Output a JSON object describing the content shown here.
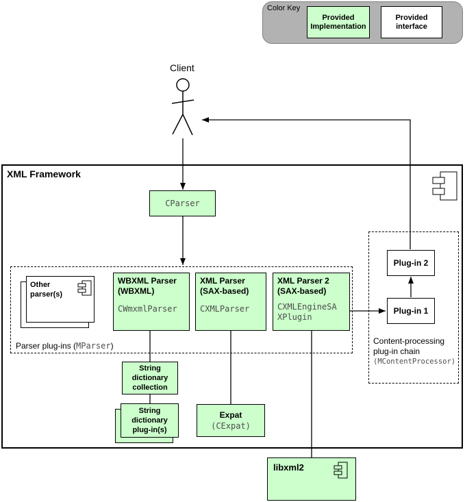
{
  "colors": {
    "node_green": "#ccffcc",
    "key_background": "#b2b2b2",
    "border": "#000000",
    "mono_text": "#4d4d4d"
  },
  "color_key": {
    "title": "Color Key",
    "implementation_label": "Provided Implementation",
    "interface_label": "Provided interface"
  },
  "actor": {
    "label": "Client"
  },
  "framework": {
    "title": "XML Framework",
    "cparser": {
      "label": "CParser"
    },
    "parser_plugins": {
      "caption_prefix": "Parser plug-ins (",
      "caption_mono": "MParser",
      "caption_suffix": ")",
      "other_parsers": {
        "label": "Other parser(s)"
      },
      "wbxml_parser": {
        "title": "WBXML Parser",
        "subtitle": "(WBXML)",
        "class_name": "CWmxmlParser"
      },
      "xml_parser": {
        "title": "XML Parser",
        "subtitle": "(SAX-based)",
        "class_name": "CXMLParser"
      },
      "xml_parser_2": {
        "title": "XML Parser 2",
        "subtitle": "(SAX-based)",
        "class_name_line1": "CXMLEngineSA",
        "class_name_line2": "XPlugin"
      }
    },
    "content_chain": {
      "plugin_2": {
        "label": "Plug-in 2"
      },
      "plugin_1": {
        "label": "Plug-in 1"
      },
      "caption_line1": "Content-processing",
      "caption_line2": "plug-in chain",
      "caption_mono": "(MContentProcessor)"
    },
    "string_dictionary_collection": {
      "lines": [
        "String",
        "dictionary",
        "collection"
      ]
    },
    "string_dictionary_plugins": {
      "lines": [
        "String",
        "dictionary",
        "plug-in(s)"
      ]
    },
    "expat": {
      "title": "Expat",
      "class_name": "(CExpat)"
    }
  },
  "libxml2": {
    "label": "libxml2"
  }
}
